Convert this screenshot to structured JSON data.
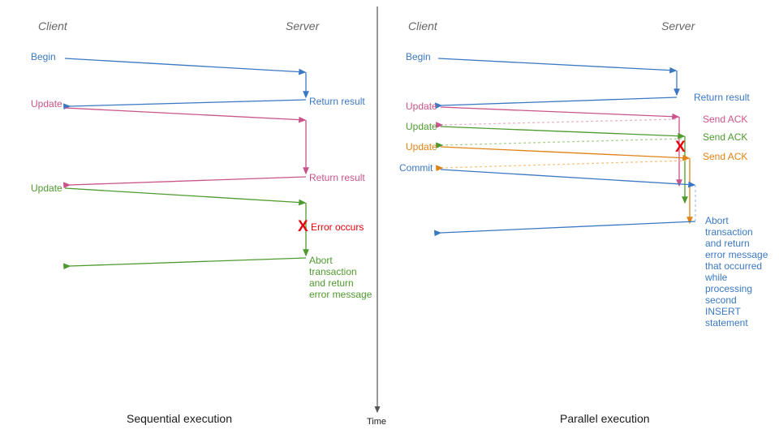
{
  "figure": {
    "title": "Sequential vs parallel transaction execution sequence diagram",
    "background": "#ffffff"
  },
  "colors": {
    "blue": "#3b78c3",
    "blue_light": "#9dc3e6",
    "pink": "#c9538a",
    "pink_light": "#e8b4cd",
    "green": "#4e9a2f",
    "green_light": "#a9d18e",
    "orange": "#e08214",
    "orange_light": "#f7c27f",
    "red": "#e8000d",
    "gray": "#666666",
    "black": "#1a1a1a"
  },
  "left_panel": {
    "name": "Sequential execution",
    "caption": "Sequential execution",
    "client_header": "Client",
    "server_header": "Server",
    "client_messages": [
      {
        "label": "Begin",
        "color": "blue"
      },
      {
        "label": "Update",
        "color": "pink"
      },
      {
        "label": "Update",
        "color": "green"
      }
    ],
    "server_messages": [
      {
        "label": "Return result",
        "color": "blue"
      },
      {
        "label": "Return result",
        "color": "pink"
      },
      {
        "label": "Abort\ntransaction\nand return\nerror message",
        "color": "green"
      }
    ],
    "error_marker": {
      "glyph": "X",
      "label": "Error occurs",
      "color": "red"
    }
  },
  "right_panel": {
    "name": "Parallel execution",
    "caption": "Parallel execution",
    "client_header": "Client",
    "server_header": "Server",
    "client_messages": [
      {
        "label": "Begin",
        "color": "blue"
      },
      {
        "label": "Update",
        "color": "pink"
      },
      {
        "label": "Update",
        "color": "green"
      },
      {
        "label": "Update",
        "color": "orange"
      },
      {
        "label": "Commit",
        "color": "blue"
      }
    ],
    "server_messages": [
      {
        "label": "Return result",
        "color": "blue"
      },
      {
        "label": "Send ACK",
        "color": "pink"
      },
      {
        "label": "Send ACK",
        "color": "green"
      },
      {
        "label": "Send ACK",
        "color": "orange"
      },
      {
        "label": "Abort\ntransaction\nand return\nerror message\nthat occurred\nwhile\nprocessing\nsecond\nINSERT\nstatement",
        "color": "blue"
      }
    ],
    "error_marker": {
      "glyph": "X",
      "color": "red"
    }
  },
  "time_axis": {
    "label": "Time",
    "color": "#555555"
  }
}
